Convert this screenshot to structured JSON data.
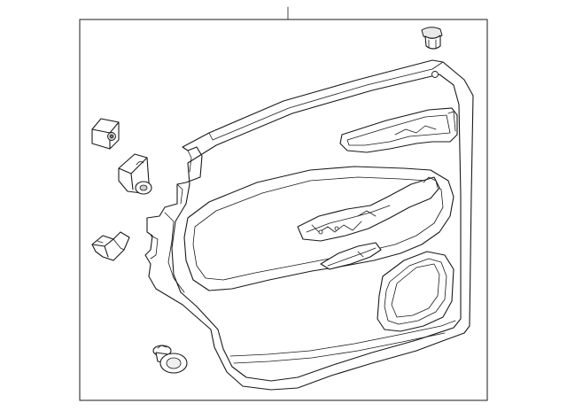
{
  "diagram": {
    "kind": "exploded-parts-diagram",
    "subject": "door-trim-panel-assembly",
    "parts": [
      {
        "id": "door-trim-panel",
        "icon": "door-panel-icon"
      },
      {
        "id": "push-pin-clip",
        "icon": "push-pin-icon"
      },
      {
        "id": "square-retainer",
        "icon": "square-nut-icon"
      },
      {
        "id": "bracket-retainer",
        "icon": "bracket-icon"
      },
      {
        "id": "wire-clip",
        "icon": "wire-clip-icon"
      },
      {
        "id": "round-fastener",
        "icon": "round-fastener-icon"
      }
    ],
    "colors": {
      "line": "#1a1a1a",
      "background": "#ffffff",
      "part_fill": "#e9e9e9"
    }
  }
}
